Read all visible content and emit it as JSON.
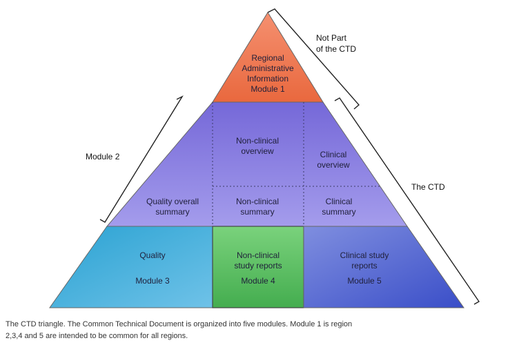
{
  "diagram": {
    "module1": {
      "lines": [
        "Regional",
        "Administrative",
        "Information",
        "Module 1"
      ]
    },
    "module2_cells": {
      "nonclinical_overview": [
        "Non-clinical",
        "overview"
      ],
      "clinical_overview": [
        "Clinical",
        "overview"
      ],
      "quality_overall_summary": [
        "Quality overall",
        "summary"
      ],
      "nonclinical_summary": [
        "Non-clinical",
        "summary"
      ],
      "clinical_summary": [
        "Clinical",
        "summary"
      ]
    },
    "module3": {
      "lines": [
        "Quality"
      ],
      "module": "Module 3"
    },
    "module4": {
      "lines": [
        "Non-clinical",
        "study reports"
      ],
      "module": "Module 4"
    },
    "module5": {
      "lines": [
        "Clinical study",
        "reports"
      ],
      "module": "Module 5"
    },
    "side_labels": {
      "not_part": [
        "Not Part",
        "of the CTD"
      ],
      "module2": "Module 2",
      "the_ctd": "The CTD"
    },
    "colors": {
      "module1": "#f07a52",
      "module2": "#8177dc",
      "module3": "#3fa6d6",
      "module4": "#5cc063",
      "module5": "#5063cf"
    }
  },
  "caption": {
    "line1": "The CTD triangle. The Common Technical Document is organized into five modules. Module 1 is region",
    "line2": "2,3,4 and 5 are intended to be common for all regions."
  }
}
